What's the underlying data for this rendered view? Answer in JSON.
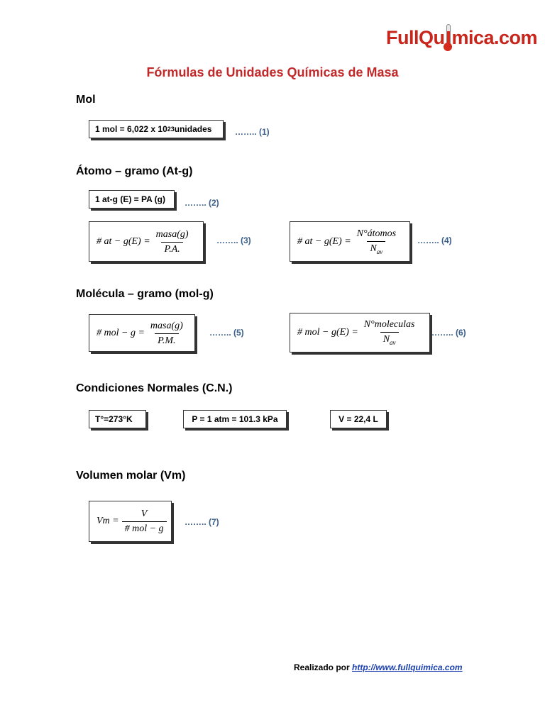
{
  "logo": {
    "part1": "FullQu",
    "part2": "mica.com"
  },
  "title": "Fórmulas de Unidades Químicas de Masa",
  "sections": {
    "mol": "Mol",
    "atomo": "Átomo – gramo (At-g)",
    "molecula": "Molécula – gramo (mol-g)",
    "cn": "Condiciones Normales (C.N.)",
    "vm": "Volumen molar (Vm)"
  },
  "f1": {
    "text": "1 mol = 6,022 x 10",
    "exp": "23",
    "tail": " unidades",
    "ref": "…….. (1)"
  },
  "f2": {
    "text": "1 at-g (E) = PA (g)",
    "ref": "…….. (2)"
  },
  "f3": {
    "lhs": "# at − g(E) =",
    "num": "masa(g)",
    "den": "P.A.",
    "ref": "…….. (3)"
  },
  "f4": {
    "lhs": "# at − g(E) =",
    "num": "N°átomos",
    "den": "N",
    "den_sub": "av",
    "ref": "…….. (4)"
  },
  "f5": {
    "lhs": "# mol − g =",
    "num": "masa(g)",
    "den": "P.M.",
    "ref": "…….. (5)"
  },
  "f6": {
    "lhs": "# mol − g(E) =",
    "num": "N°moleculas",
    "den": "N",
    "den_sub": "av",
    "ref": "…….. (6)"
  },
  "cn": {
    "t": "T°=273°K",
    "p": "P = 1 atm = 101.3 kPa",
    "v": "V = 22,4 L"
  },
  "f7": {
    "lhs": "Vm =",
    "num": "V",
    "den": "# mol − g",
    "ref": "…….. (7)"
  },
  "footer": {
    "label": "Realizado por ",
    "link": "http://www.fullquimica.com"
  }
}
